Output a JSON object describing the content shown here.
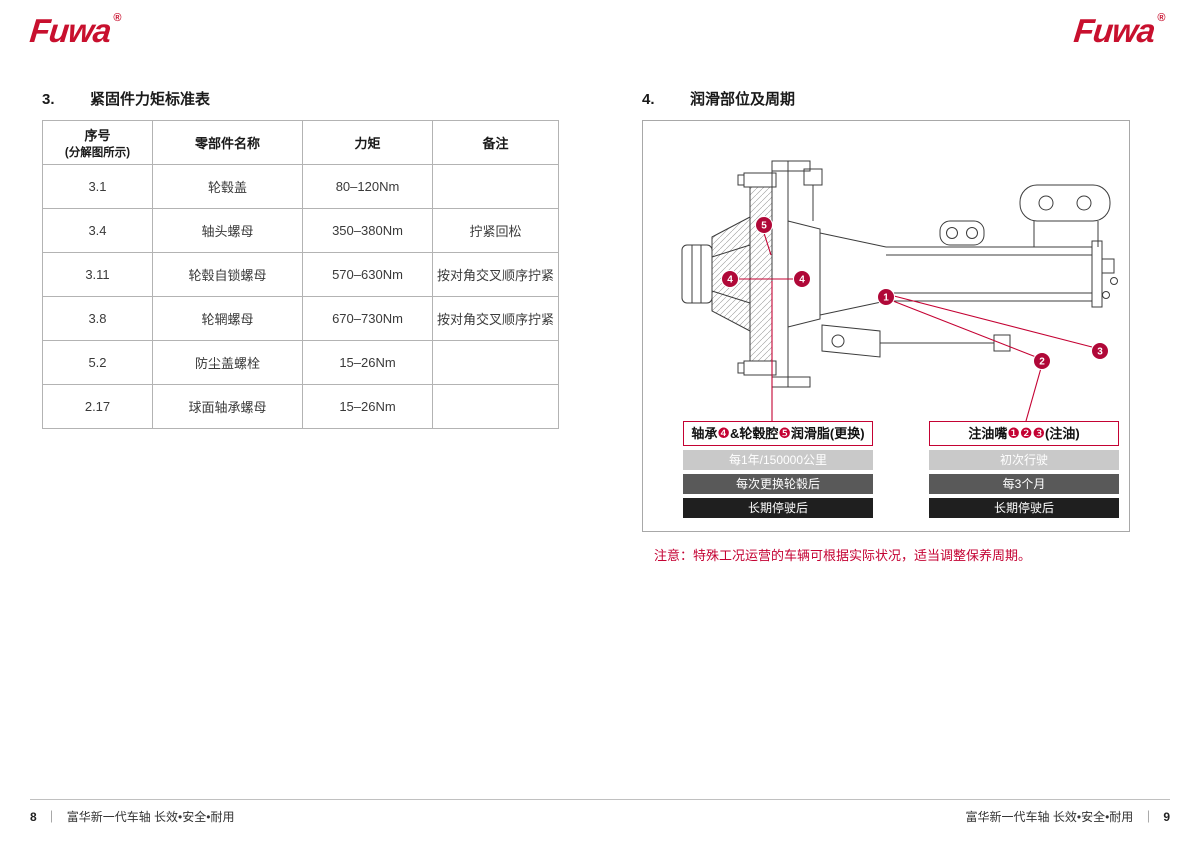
{
  "colors": {
    "brand_red": "#C8102E",
    "accent_red": "#C40233",
    "badge_red": "#B00838",
    "schedule_row_light": "#C9C9C9",
    "schedule_row_mid": "#595959",
    "schedule_row_dark": "#1F1F1F"
  },
  "logo": {
    "text": "Fuwa",
    "registered": "®"
  },
  "left_page": {
    "section_number": "3.",
    "section_title": "紧固件力矩标准表",
    "table": {
      "header": {
        "col1_line1": "序号",
        "col1_line2": "(分解图所示)",
        "col2": "零部件名称",
        "col3": "力矩",
        "col4": "备注"
      },
      "rows": [
        [
          "3.1",
          "轮毂盖",
          "80–120Nm",
          ""
        ],
        [
          "3.4",
          "轴头螺母",
          "350–380Nm",
          "拧紧回松"
        ],
        [
          "3.11",
          "轮毂自锁螺母",
          "570–630Nm",
          "按对角交叉顺序拧紧"
        ],
        [
          "3.8",
          "轮辋螺母",
          "670–730Nm",
          "按对角交叉顺序拧紧"
        ],
        [
          "5.2",
          "防尘盖螺栓",
          "15–26Nm",
          ""
        ],
        [
          "2.17",
          "球面轴承螺母",
          "15–26Nm",
          ""
        ]
      ]
    },
    "footer": {
      "page_number": "8",
      "separator": "｜",
      "text": "富华新一代车轴 长效•安全•耐用"
    }
  },
  "right_page": {
    "section_number": "4.",
    "section_title": "润滑部位及周期",
    "diagram": {
      "badges": {
        "b5": "5",
        "b4a": "4",
        "b4b": "4",
        "b1": "1",
        "b2": "2",
        "b3": "3"
      }
    },
    "bearing_callout": {
      "label_parts": [
        "轴承",
        "❹",
        "&轮毂腔",
        "❺",
        "润滑脂(更换)"
      ],
      "schedule": [
        "每1年/150000公里",
        "每次更换轮毂后",
        "长期停驶后"
      ]
    },
    "grease_callout": {
      "label_parts": [
        "注油嘴",
        "❶❷❸",
        "(注油)"
      ],
      "schedule": [
        "初次行驶",
        "每3个月",
        "长期停驶后"
      ]
    },
    "note": "注意：特殊工况运营的车辆可根据实际状况，适当调整保养周期。",
    "footer": {
      "page_number": "9",
      "separator": "｜",
      "text": "富华新一代车轴 长效•安全•耐用"
    }
  }
}
